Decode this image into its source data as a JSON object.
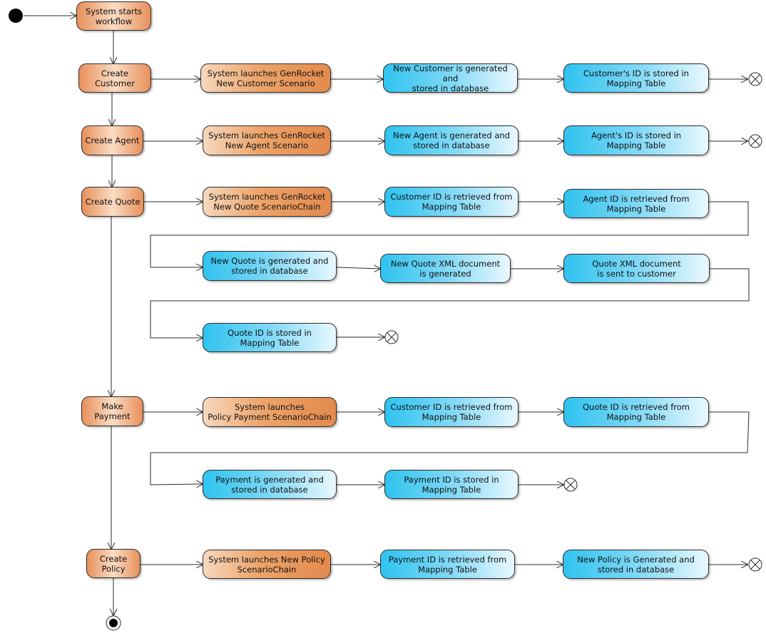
{
  "diagram": {
    "colors": {
      "workflow_step": "#e8905a",
      "scenario_step": "#e38a4d",
      "data_step": "#2fc3ef",
      "stroke": "#2b2b2b"
    },
    "nodes": {
      "start_workflow": "System starts\nworkflow",
      "create_customer": "Create Customer",
      "launch_customer": "System launches GenRocket\nNew Customer Scenario",
      "customer_generated": "New Customer is generated and\nstored in database",
      "customer_id_stored": "Customer's ID is stored in\nMapping Table",
      "create_agent": "Create Agent",
      "launch_agent": "System launches GenRocket\nNew Agent Scenario",
      "agent_generated": "New Agent is generated and\nstored in database",
      "agent_id_stored": "Agent's ID is stored in\nMapping Table",
      "create_quote": "Create Quote",
      "launch_quote": "System launches GenRocket\nNew Quote ScenarioChain",
      "quote_customer_id": "Customer ID is retrieved from\nMapping Table",
      "quote_agent_id": "Agent ID is retrieved from\nMapping Table",
      "quote_generated": "New Quote is generated and\nstored in database",
      "quote_xml": "New Quote XML document\nis generated",
      "quote_xml_sent": "Quote XML document\nis sent to customer",
      "quote_id_stored": "Quote ID is stored in\nMapping Table",
      "make_payment": "Make Payment",
      "launch_payment": "System launches\nPolicy Payment ScenarioChain",
      "payment_customer_id": "Customer ID is retrieved from\nMapping Table",
      "payment_quote_id": "Quote ID is retrieved from\nMapping Table",
      "payment_generated": "Payment is generated and\nstored in database",
      "payment_id_stored": "Payment ID is stored in\nMapping Table",
      "create_policy": "Create Policy",
      "launch_policy": "System launches New Policy\nScenarioChain",
      "policy_payment_id": "Payment ID is retrieved from\nMapping Table",
      "policy_generated": "New Policy is Generated and\nstored in database"
    }
  }
}
